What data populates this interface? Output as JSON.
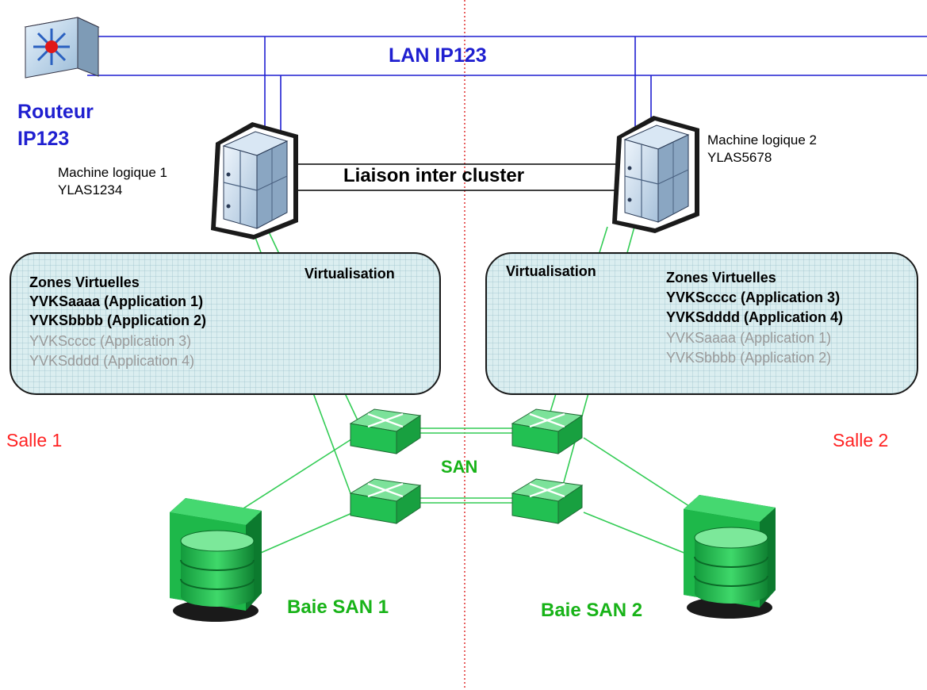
{
  "network": {
    "lan_label": "LAN IP123",
    "router": {
      "label_line1": "Routeur",
      "label_line2": "IP123"
    },
    "cluster_link_label": "Liaison inter cluster",
    "san_label": "SAN"
  },
  "rooms": {
    "room1": "Salle 1",
    "room2": "Salle 2"
  },
  "machines": [
    {
      "name": "Machine logique 1",
      "host": "YLAS1234"
    },
    {
      "name": "Machine logique 2",
      "host": "YLAS5678"
    }
  ],
  "zones": [
    {
      "virtualisation_label": "Virtualisation",
      "title": "Zones Virtuelles",
      "active": [
        "YVKSaaaa (Application 1)",
        "YVKSbbbb (Application 2)"
      ],
      "inactive": [
        "YVKScccc (Application 3)",
        "YVKSdddd (Application 4)"
      ]
    },
    {
      "virtualisation_label": "Virtualisation",
      "title": "Zones Virtuelles",
      "active": [
        "YVKScccc (Application 3)",
        "YVKSdddd (Application 4)"
      ],
      "inactive": [
        "YVKSaaaa (Application 1)",
        "YVKSbbbb (Application 2)"
      ]
    }
  ],
  "storage": [
    "Baie SAN 1",
    "Baie SAN 2"
  ],
  "colors": {
    "lan": "#1f1fd0",
    "san": "#18b318",
    "room": "#ff2222",
    "divider": "#e03030",
    "inactive_text": "#9a9a9a"
  },
  "icons": {
    "router": "router-icon",
    "server": "server-icon",
    "switch": "san-switch-icon",
    "storage": "storage-array-icon"
  }
}
